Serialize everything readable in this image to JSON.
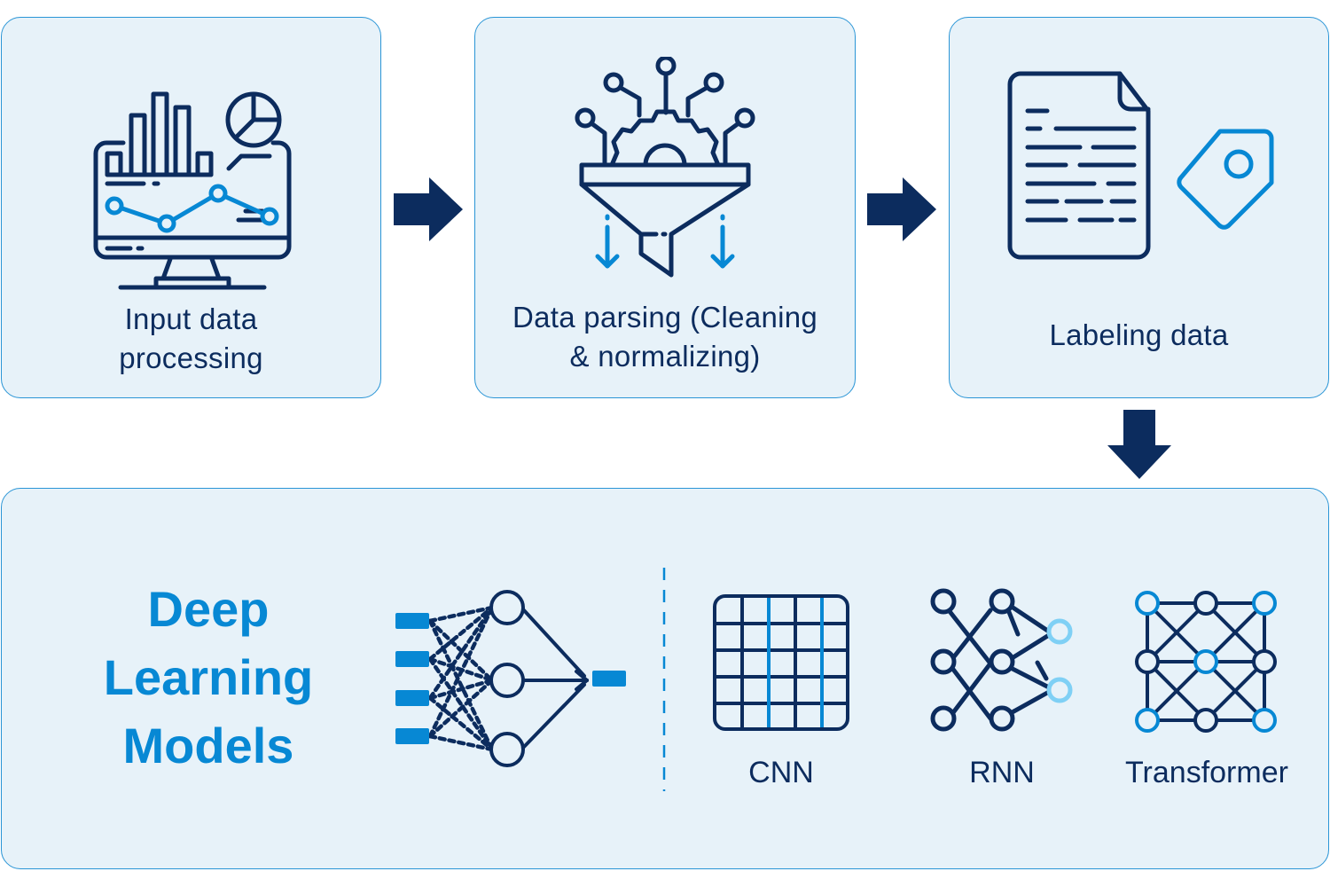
{
  "colors": {
    "navy": "#0c2c5e",
    "blue": "#0788d4",
    "light_blue": "#7fd0f5",
    "card_fill": "#e7f2f9",
    "card_border": "#2a95d6"
  },
  "steps": [
    {
      "label_line1": "Input data",
      "label_line2": "processing",
      "icon": "monitor-analytics-icon"
    },
    {
      "label_line1": "Data parsing (Cleaning",
      "label_line2": "& normalizing)",
      "icon": "funnel-gear-icon"
    },
    {
      "label_line1": "Labeling data",
      "icon": "document-tag-icon"
    }
  ],
  "models_panel": {
    "heading_line1": "Deep",
    "heading_line2": "Learning",
    "heading_line3": "Models",
    "network_icon": "neural-network-icon",
    "models": [
      {
        "label": "CNN",
        "icon": "cnn-grid-icon"
      },
      {
        "label": "RNN",
        "icon": "rnn-graph-icon"
      },
      {
        "label": "Transformer",
        "icon": "transformer-mesh-icon"
      }
    ]
  },
  "flow_arrows": [
    "right",
    "right",
    "down"
  ]
}
